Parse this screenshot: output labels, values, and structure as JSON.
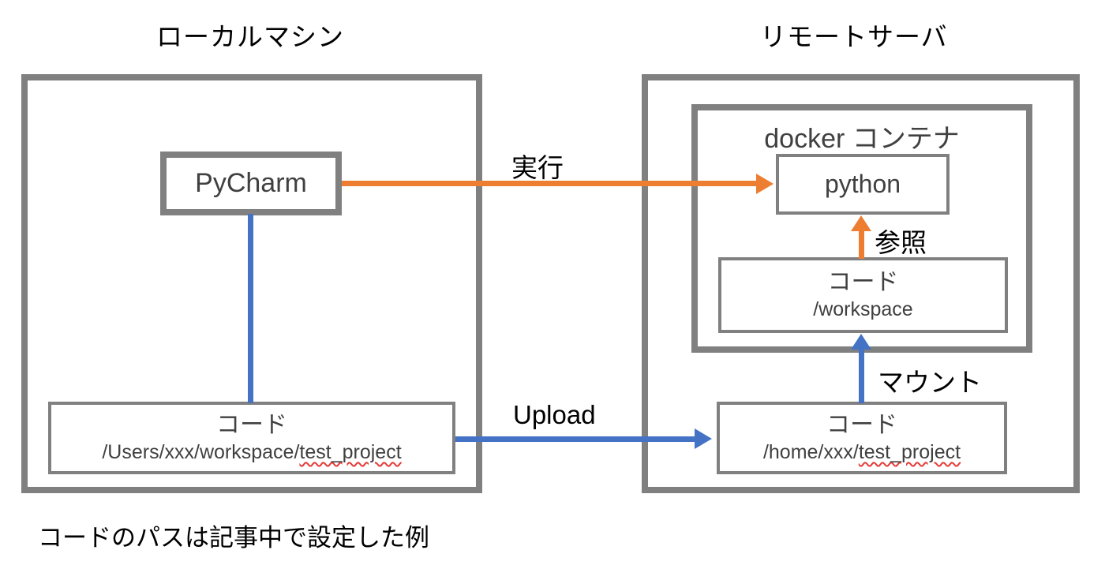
{
  "colors": {
    "accent-orange": "#ED7D31",
    "accent-blue": "#4472C4",
    "border-gray": "#808080",
    "text-dark": "#404040",
    "text-black": "#000000",
    "squiggle-red": "#E53935"
  },
  "titles": {
    "local": "ローカルマシン",
    "remote": "リモートサーバ"
  },
  "local_machine": {
    "pycharm_label": "PyCharm",
    "code_box": {
      "title": "コード",
      "path_prefix": "/Users/xxx/workspace/",
      "path_flagged": "test_project"
    }
  },
  "remote_server": {
    "docker_label": "docker コンテナ",
    "python_label": "python",
    "workspace_box": {
      "title": "コード",
      "path": "/workspace"
    },
    "code_box": {
      "title": "コード",
      "path_prefix": "/home/xxx/",
      "path_flagged": "test_project"
    }
  },
  "arrows": {
    "execute": "実行",
    "upload": "Upload",
    "mount": "マウント",
    "reference": "参照"
  },
  "caption": "コードのパスは記事中で設定した例"
}
